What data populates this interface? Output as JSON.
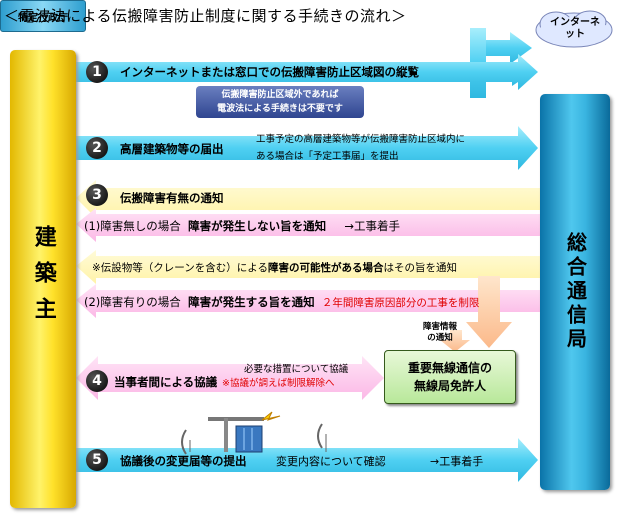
{
  "title": "＜電波法による伝搬障害防止制度に関する手続きの流れ＞",
  "builder": "建築主",
  "bureau": "総合通信局",
  "internet": "インターネット",
  "prefecture": "特定行政庁",
  "step1": {
    "num": "1",
    "label": "インターネットまたは窓口での伝搬障害防止区域図の縦覧",
    "note1": "伝搬障害防止区域外であれば",
    "note2": "電波法による手続きは不要です"
  },
  "step2": {
    "num": "2",
    "label": "高層建築物等の届出",
    "note1": "工事予定の高層建築物等が伝搬障害防止区域内に",
    "note2": "ある場合は「予定工事届」を提出"
  },
  "step3": {
    "num": "3",
    "label": "伝搬障害有無の通知",
    "case1_a": "(1)障害無しの場合",
    "case1_b": "障害が発生しない旨を通知",
    "case1_c": "→工事着手",
    "crane_a": "※伝設物等（クレーンを含む）による",
    "crane_b": "障害の可能性がある場合",
    "crane_c": "はその旨を通知",
    "case2_a": "(2)障害有りの場合",
    "case2_b": "障害が発生する旨を通知",
    "case2_c": "２年間障害原因部分の工事を制限"
  },
  "info": "障害情報の通知",
  "licensee": {
    "line1": "重要無線通信の",
    "line2": "無線局免許人"
  },
  "step4": {
    "num": "4",
    "label": "当事者間による協議",
    "note1": "必要な措置について協議",
    "note2": "※協議が調えば制限解除へ"
  },
  "step5": {
    "num": "5",
    "label": "協議後の変更届等の提出",
    "note": "変更内容について確認",
    "note2": "→工事着手"
  }
}
